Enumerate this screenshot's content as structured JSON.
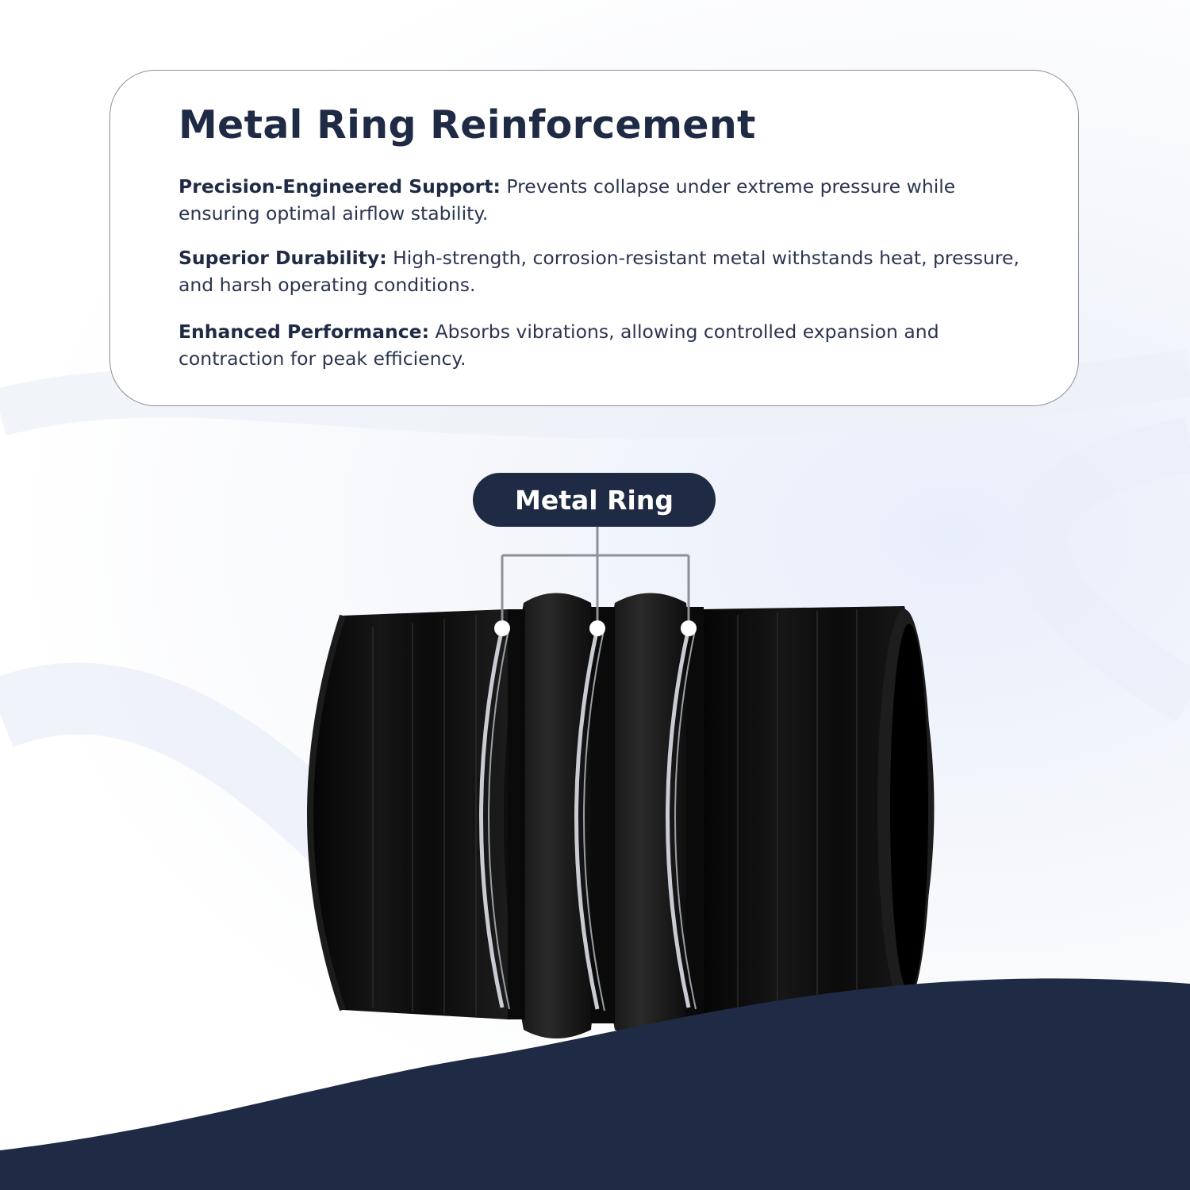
{
  "card": {
    "title": "Metal Ring Reinforcement",
    "features": [
      {
        "label": "Precision-Engineered Support:",
        "text": " Prevents collapse under extreme pressure while ensuring optimal airflow stability."
      },
      {
        "label": "Superior Durability:",
        "text": " High-strength, corrosion-resistant metal withstands heat, pressure, and harsh operating conditions."
      },
      {
        "label": "Enhanced Performance:",
        "text": " Absorbs vibrations, allowing controlled expansion and contraction for peak efficiency."
      }
    ]
  },
  "callout": {
    "label": "Metal Ring"
  },
  "colors": {
    "navy": "#1f2a44",
    "hose": "#0a0a0a",
    "ring": "#c9ccd2",
    "connector": "#8c9097"
  }
}
